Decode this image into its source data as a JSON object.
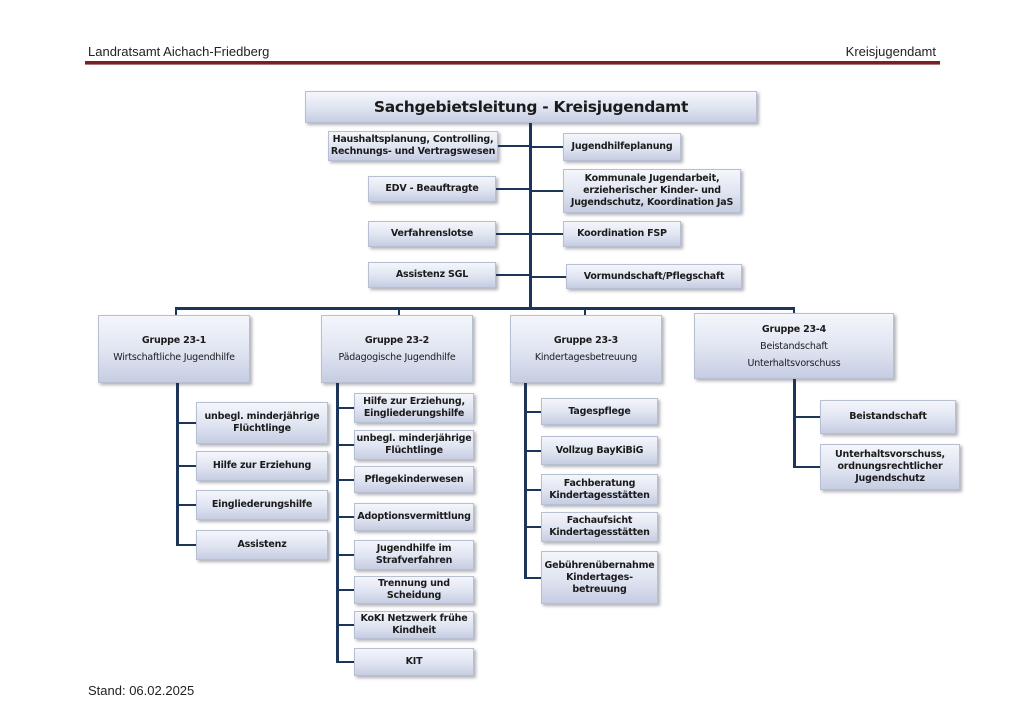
{
  "header": {
    "left": "Landratsamt Aichach-Friedberg",
    "right": "Kreisjugendamt"
  },
  "footer": {
    "stand": "Stand: 06.02.2025"
  },
  "chart": {
    "top": "Sachgebietsleitung - Kreisjugendamt",
    "staff_left": [
      "Haushaltsplanung, Controlling, Rechnungs- und Vertragswesen",
      "EDV - Beauftragte",
      "Verfahrenslotse",
      "Assistenz SGL"
    ],
    "staff_left_lines": [
      [
        "Haushaltsplanung, Controlling,",
        "Rechnungs- und Vertragswesen"
      ],
      [
        "EDV - Beauftragte"
      ],
      [
        "Verfahrenslotse"
      ],
      [
        "Assistenz SGL"
      ]
    ],
    "staff_right_lines": [
      [
        "Jugendhilfeplanung"
      ],
      [
        "Kommunale Jugendarbeit,",
        "erzieherischer Kinder- und",
        "Jugendschutz, Koordination JaS"
      ],
      [
        "Koordination FSP"
      ],
      [
        "Vormundschaft/Pflegschaft"
      ]
    ],
    "groups": [
      {
        "title": "Gruppe 23-1",
        "subtitle": [
          "Wirtschaftliche Jugendhilfe"
        ],
        "units": [
          [
            "unbegl. minderjährige",
            "Flüchtlinge"
          ],
          [
            "Hilfe zur Erziehung"
          ],
          [
            "Eingliederungshilfe"
          ],
          [
            "Assistenz"
          ]
        ]
      },
      {
        "title": "Gruppe 23-2",
        "subtitle": [
          "Pädagogische Jugendhilfe"
        ],
        "units": [
          [
            "Hilfe zur Erziehung,",
            "Eingliederungshilfe"
          ],
          [
            "unbegl. minderjährige",
            "Flüchtlinge"
          ],
          [
            "Pflegekinderwesen"
          ],
          [
            "Adoptionsvermittlung"
          ],
          [
            "Jugendhilfe im",
            "Strafverfahren"
          ],
          [
            "Trennung und",
            "Scheidung"
          ],
          [
            "KoKI Netzwerk frühe",
            "Kindheit"
          ],
          [
            "KIT"
          ]
        ]
      },
      {
        "title": "Gruppe 23-3",
        "subtitle": [
          "Kindertagesbetreuung"
        ],
        "units": [
          [
            "Tagespflege"
          ],
          [
            "Vollzug BayKiBiG"
          ],
          [
            "Fachberatung",
            "Kindertagesstätten"
          ],
          [
            "Fachaufsicht",
            "Kindertagesstätten"
          ],
          [
            "Gebührenübernahme",
            "Kindertages-",
            "betreuung"
          ]
        ]
      },
      {
        "title": "Gruppe 23-4",
        "subtitle": [
          "Beistandschaft",
          "Unterhaltsvorschuss"
        ],
        "units": [
          [
            "Beistandschaft"
          ],
          [
            "Unterhaltsvorschuss,",
            "ordnungsrechtlicher",
            "Jugendschutz"
          ]
        ]
      }
    ]
  },
  "colors": {
    "header_rule": "#7a1f24",
    "connector": "#1c3559",
    "box_light": "#f4f6fb",
    "box_dark": "#c6cde2"
  }
}
